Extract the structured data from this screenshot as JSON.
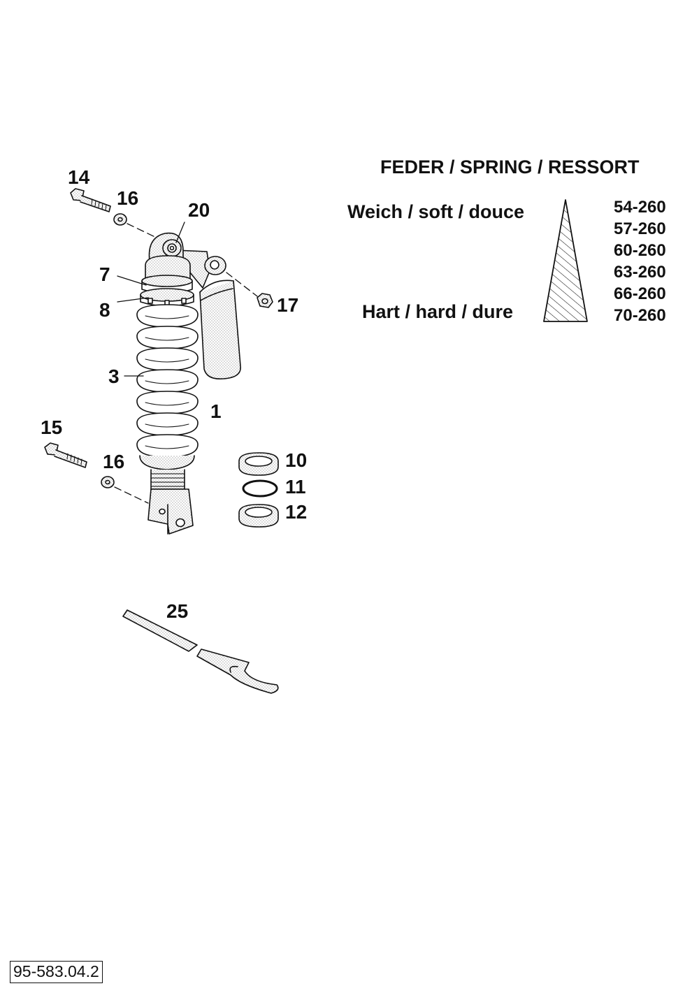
{
  "callouts": {
    "c14": "14",
    "c16a": "16",
    "c20": "20",
    "c7": "7",
    "c8": "8",
    "c17": "17",
    "c3": "3",
    "c1": "1",
    "c15": "15",
    "c16b": "16",
    "c10": "10",
    "c11": "11",
    "c12": "12",
    "c25": "25"
  },
  "spring_table": {
    "title": "FEDER / SPRING / RESSORT",
    "soft_label": "Weich / soft / douce",
    "hard_label": "Hart / hard / dure",
    "rates": [
      "54-260",
      "57-260",
      "60-260",
      "63-260",
      "66-260",
      "70-260"
    ]
  },
  "document_number": "95-583.04.2"
}
